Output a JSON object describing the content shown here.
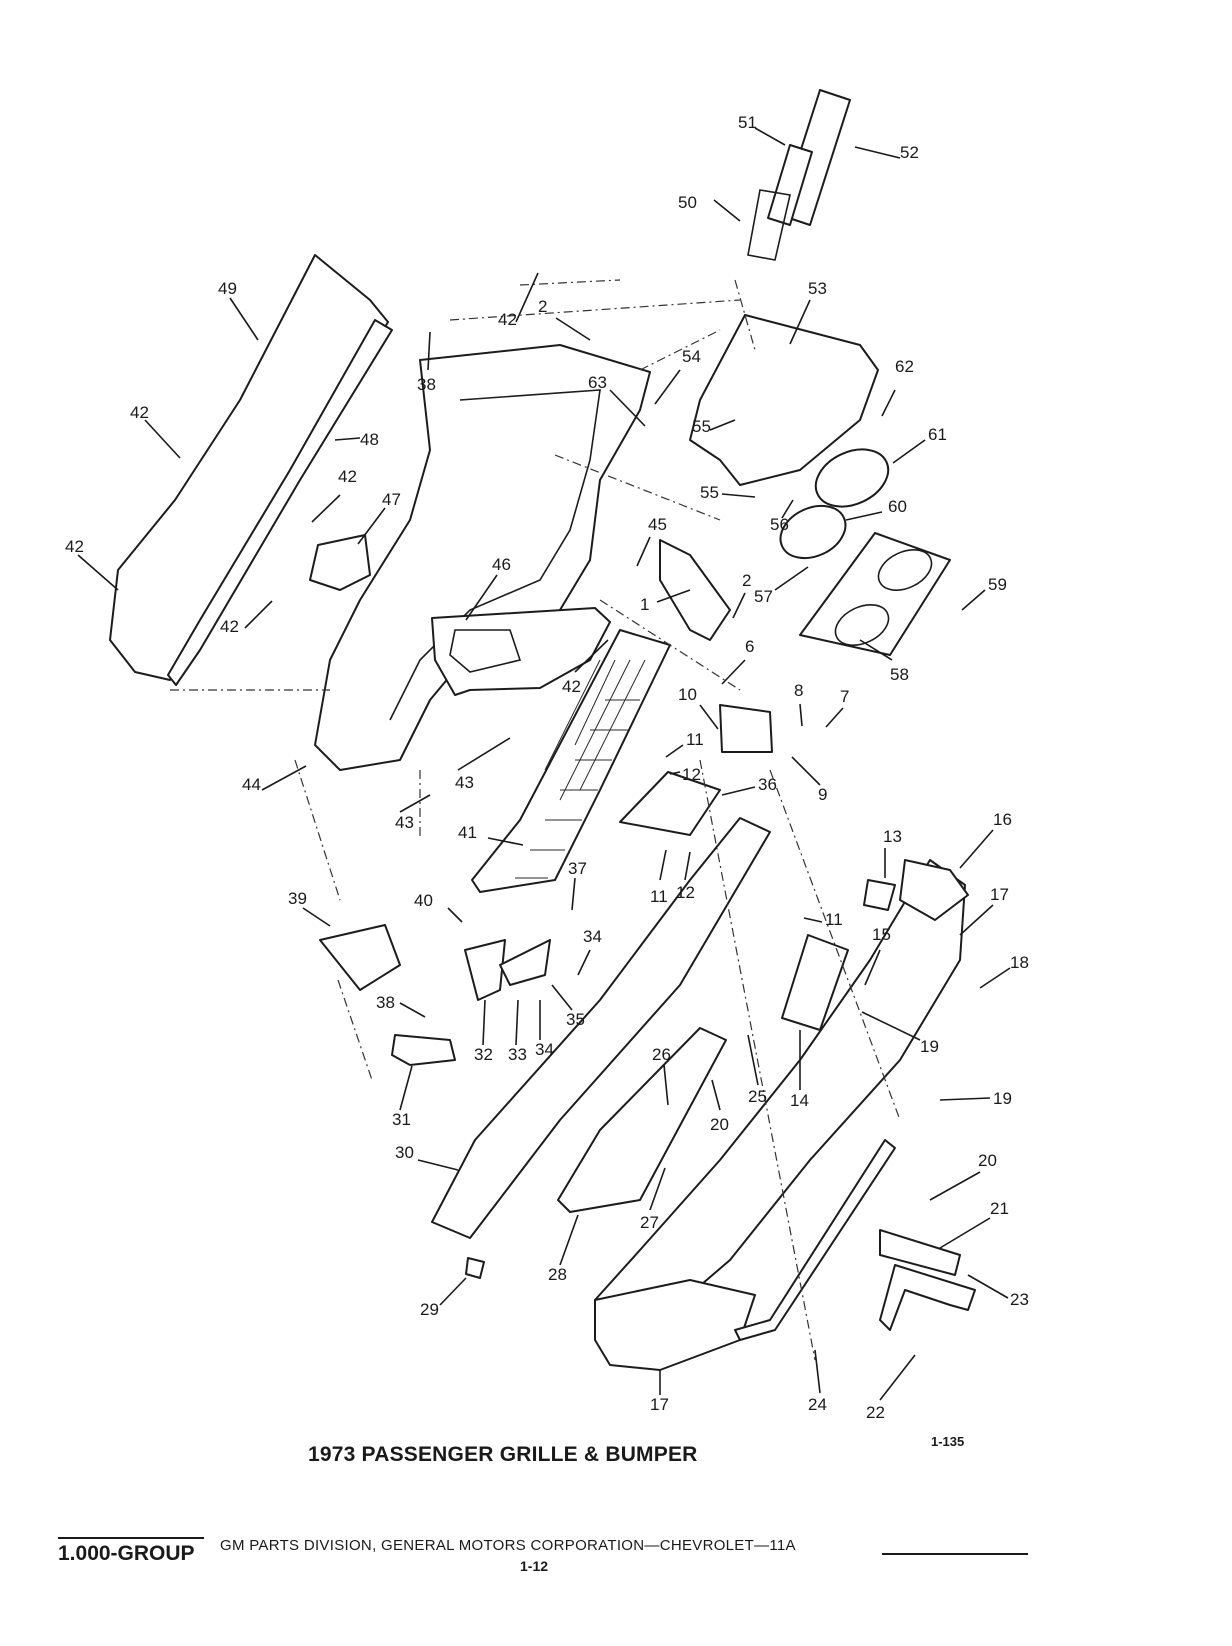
{
  "figure": {
    "title": "1973 PASSENGER GRILLE & BUMPER",
    "figure_number": "1-135"
  },
  "footer": {
    "group": "1.000-GROUP",
    "publisher": "GM PARTS DIVISION, GENERAL MOTORS CORPORATION—CHEVROLET—11A",
    "page_number": "1-12"
  },
  "callouts": [
    "1",
    "2",
    "6",
    "7",
    "8",
    "9",
    "10",
    "11",
    "12",
    "13",
    "14",
    "15",
    "16",
    "17",
    "18",
    "19",
    "20",
    "21",
    "22",
    "23",
    "24",
    "25",
    "26",
    "27",
    "28",
    "29",
    "30",
    "31",
    "32",
    "33",
    "34",
    "35",
    "36",
    "37",
    "38",
    "39",
    "40",
    "41",
    "42",
    "43",
    "44",
    "45",
    "46",
    "47",
    "48",
    "49",
    "50",
    "51",
    "52",
    "53",
    "54",
    "55",
    "56",
    "57",
    "58",
    "59",
    "60",
    "61",
    "62",
    "63"
  ]
}
